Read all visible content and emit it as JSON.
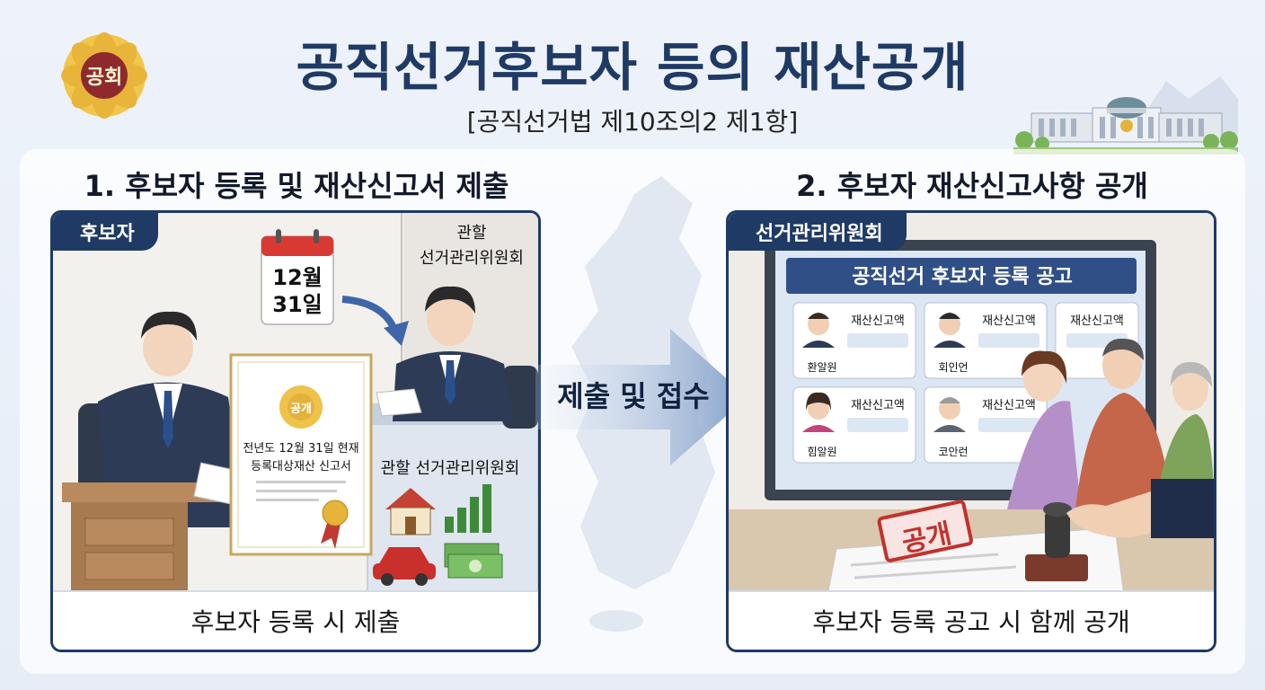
{
  "emblem": {
    "text": "공회",
    "icon": "national-assembly-emblem-icon"
  },
  "header": {
    "title": "공직선거후보자 등의 재산공개",
    "subtitle": "[공직선거법 제10조의2 제1항]"
  },
  "step1": {
    "title": "1. 후보자 등록 및 재산신고서 제출",
    "tag": "후보자",
    "calendar": {
      "month": "12월",
      "day": "31일"
    },
    "office_label_line1": "관할",
    "office_label_line2": "선거관리위원회",
    "document_line1": "전년도 12월 31일 현재",
    "document_line2": "등록대상재산 신고서",
    "document_seal": "공개",
    "counter_sign": "관할 선거관리위원회",
    "footer": "후보자 등록 시 제출"
  },
  "arrow": {
    "label": "제출 및 접수"
  },
  "step2": {
    "title": "2. 후보자 재산신고사항 공개",
    "tag": "선거관리위원회",
    "board_title": "공직선거 후보자 등록 공고",
    "cards": [
      {
        "label": "재산신고액",
        "name": "환알원"
      },
      {
        "label": "재산신고액",
        "name": "회인언"
      },
      {
        "label": "재산신고액",
        "name": ""
      },
      {
        "label": "재산신고액",
        "name": "힘알원"
      },
      {
        "label": "재산신고액",
        "name": "코안런"
      }
    ],
    "stamp_text": "공개",
    "footer": "후보자 등록 공고 시 함께 공개"
  },
  "colors": {
    "navy": "#1f3a64",
    "arrow": "#7e9cc6",
    "stamp_red": "#c0322c",
    "gold": "#e2b33a"
  }
}
